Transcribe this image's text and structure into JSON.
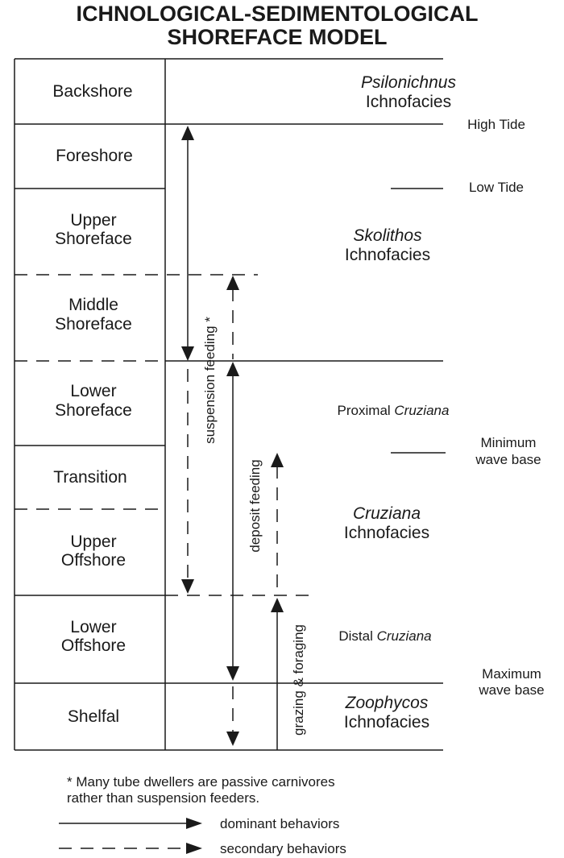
{
  "title": {
    "line1": "ICHNOLOGICAL-SEDIMENTOLOGICAL",
    "line2": "SHOREFACE MODEL"
  },
  "zones": {
    "backshore": "Backshore",
    "foreshore": "Foreshore",
    "upper_shoreface": [
      "Upper",
      "Shoreface"
    ],
    "middle_shoreface": [
      "Middle",
      "Shoreface"
    ],
    "lower_shoreface": [
      "Lower",
      "Shoreface"
    ],
    "transition": "Transition",
    "upper_offshore": [
      "Upper",
      "Offshore"
    ],
    "lower_offshore": [
      "Lower",
      "Offshore"
    ],
    "shelfal": "Shelfal"
  },
  "ichnofacies": {
    "psilonichnus": {
      "name": "Psilonichnus",
      "suffix": "Ichnofacies"
    },
    "skolithos": {
      "name": "Skolithos",
      "suffix": "Ichnofacies"
    },
    "proximal_cruziana": {
      "prefix": "Proximal ",
      "name": "Cruziana"
    },
    "cruziana": {
      "name": "Cruziana",
      "suffix": "Ichnofacies"
    },
    "distal_cruziana": {
      "prefix": "Distal ",
      "name": "Cruziana"
    },
    "zoophycos": {
      "name": "Zoophycos",
      "suffix": "Ichnofacies"
    }
  },
  "levels": {
    "high_tide": "High Tide",
    "low_tide": "Low Tide",
    "minimum_wave_base": [
      "Minimum",
      "wave base"
    ],
    "maximum_wave_base": [
      "Maximum",
      "wave base"
    ]
  },
  "behaviors": {
    "suspension_feeding": "suspension  feeding  *",
    "deposit_feeding": "deposit feeding",
    "grazing_foraging": "grazing & foraging"
  },
  "footnote": {
    "line1": "*  Many tube dwellers are passive carnivores",
    "line2": "rather than suspension feeders."
  },
  "legend": {
    "dominant": "dominant behaviors",
    "secondary": "secondary behaviors"
  }
}
